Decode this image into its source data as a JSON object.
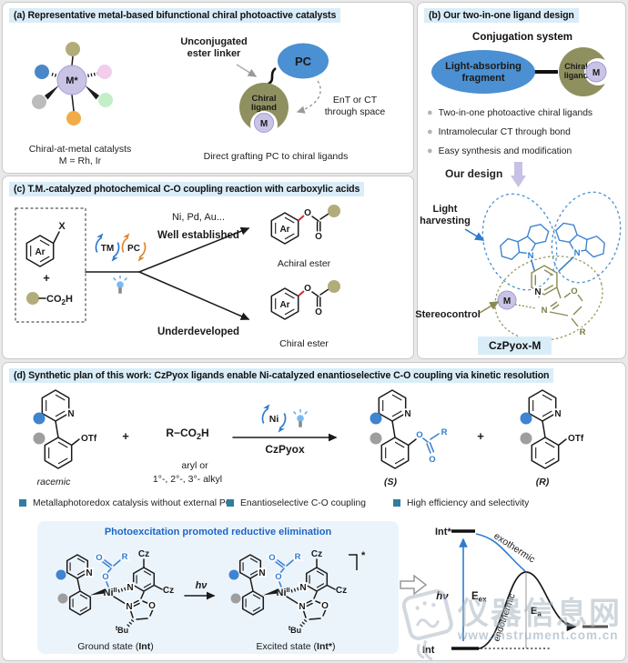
{
  "a": {
    "title": "(a)  Representative metal-based bifunctional chiral photoactive catalysts",
    "m_star": "M*",
    "cap_left1": "Chiral-at-metal catalysts",
    "cap_left2": "M = Rh, Ir",
    "linker1": "Unconjugated",
    "linker2": "ester linker",
    "pc": "PC",
    "chiral1": "Chiral",
    "chiral2": "ligand",
    "m": "M",
    "ent1": "EnT or CT",
    "ent2": "through space",
    "cap_right": "Direct grafting PC to chiral ligands"
  },
  "b": {
    "title": "(b)  Our two-in-one ligand design",
    "header": "Conjugation system",
    "frag1": "Light-absorbing",
    "frag2": "fragment",
    "chiral1": "Chiral",
    "chiral2": "ligand",
    "m": "M",
    "bullets": [
      "Two-in-one photoactive chiral ligands",
      "Intramolecular CT through bond",
      "Easy synthesis and modification"
    ],
    "our_design": "Our design",
    "light1": "Light",
    "light2": "harvesting",
    "stereo": "Stereocontrol",
    "n": "N",
    "o": "O",
    "r": "R",
    "badge": "CzPyox-M"
  },
  "c": {
    "title": "(c) T.M.-catalyzed photochemical C-O coupling reaction with carboxylic acids",
    "ar": "Ar",
    "x": "X",
    "plus": "+",
    "acid_a": "CO",
    "acid_b": "2",
    "acid_c": "H",
    "tm": "TM",
    "pc": "PC",
    "metals": "Ni, Pd, Au...",
    "well": "Well established",
    "under": "Underdeveloped",
    "o": "O",
    "achiral": "Achiral ester",
    "chiral": "Chiral ester"
  },
  "d": {
    "title": "(d) Synthetic plan of this work: CzPyox ligands enable Ni-catalyzed enantioselective C-O coupling via kinetic resolution",
    "racemic": "racemic",
    "plus": "+",
    "acid_a": "R−CO",
    "acid_b": "2",
    "acid_c": "H",
    "note1": "aryl or",
    "note2": "1°-, 2°-, 3°- alkyl",
    "ni": "Ni",
    "ni_ox": "II",
    "czpyox": "CzPyox",
    "n": "N",
    "o": "O",
    "r": "R",
    "otf": "OTf",
    "s_label": "(S)",
    "r_label": "(R)",
    "bullets": [
      "Metallaphotoredox catalysis without external PC",
      "Enantioselective C-O coupling",
      "High efficiency and selectivity"
    ],
    "box_title": "Photoexcitation promoted reductive elimination",
    "cz": "Cz",
    "tbu_a": "t",
    "tbu_b": "Bu",
    "hv": "hν",
    "star": "*",
    "ground1": "Ground state (",
    "ground2": "Int",
    "ground3": ")",
    "excited1": "Excited state (",
    "excited2": "Int*",
    "excited3": ")"
  },
  "energy": {
    "int_star": "Int*",
    "int_": "Int",
    "hv": "hν",
    "e1": "E",
    "e1s": "ex",
    "e2": "E",
    "e2s": "a",
    "exo": "exothermic",
    "endo": "endothermic"
  },
  "watermark": {
    "cn": "仪器信息网",
    "url": "www.instrument.com.cn"
  },
  "colors": {
    "accent_blue": "#3e84cf",
    "olive": "#8f905f",
    "lavender": "#c9c5e6",
    "highlight": "#d9edf8",
    "red": "#d42a2a",
    "orange_pc": "#e0862f",
    "teal_bullet": "#2f7da0"
  }
}
